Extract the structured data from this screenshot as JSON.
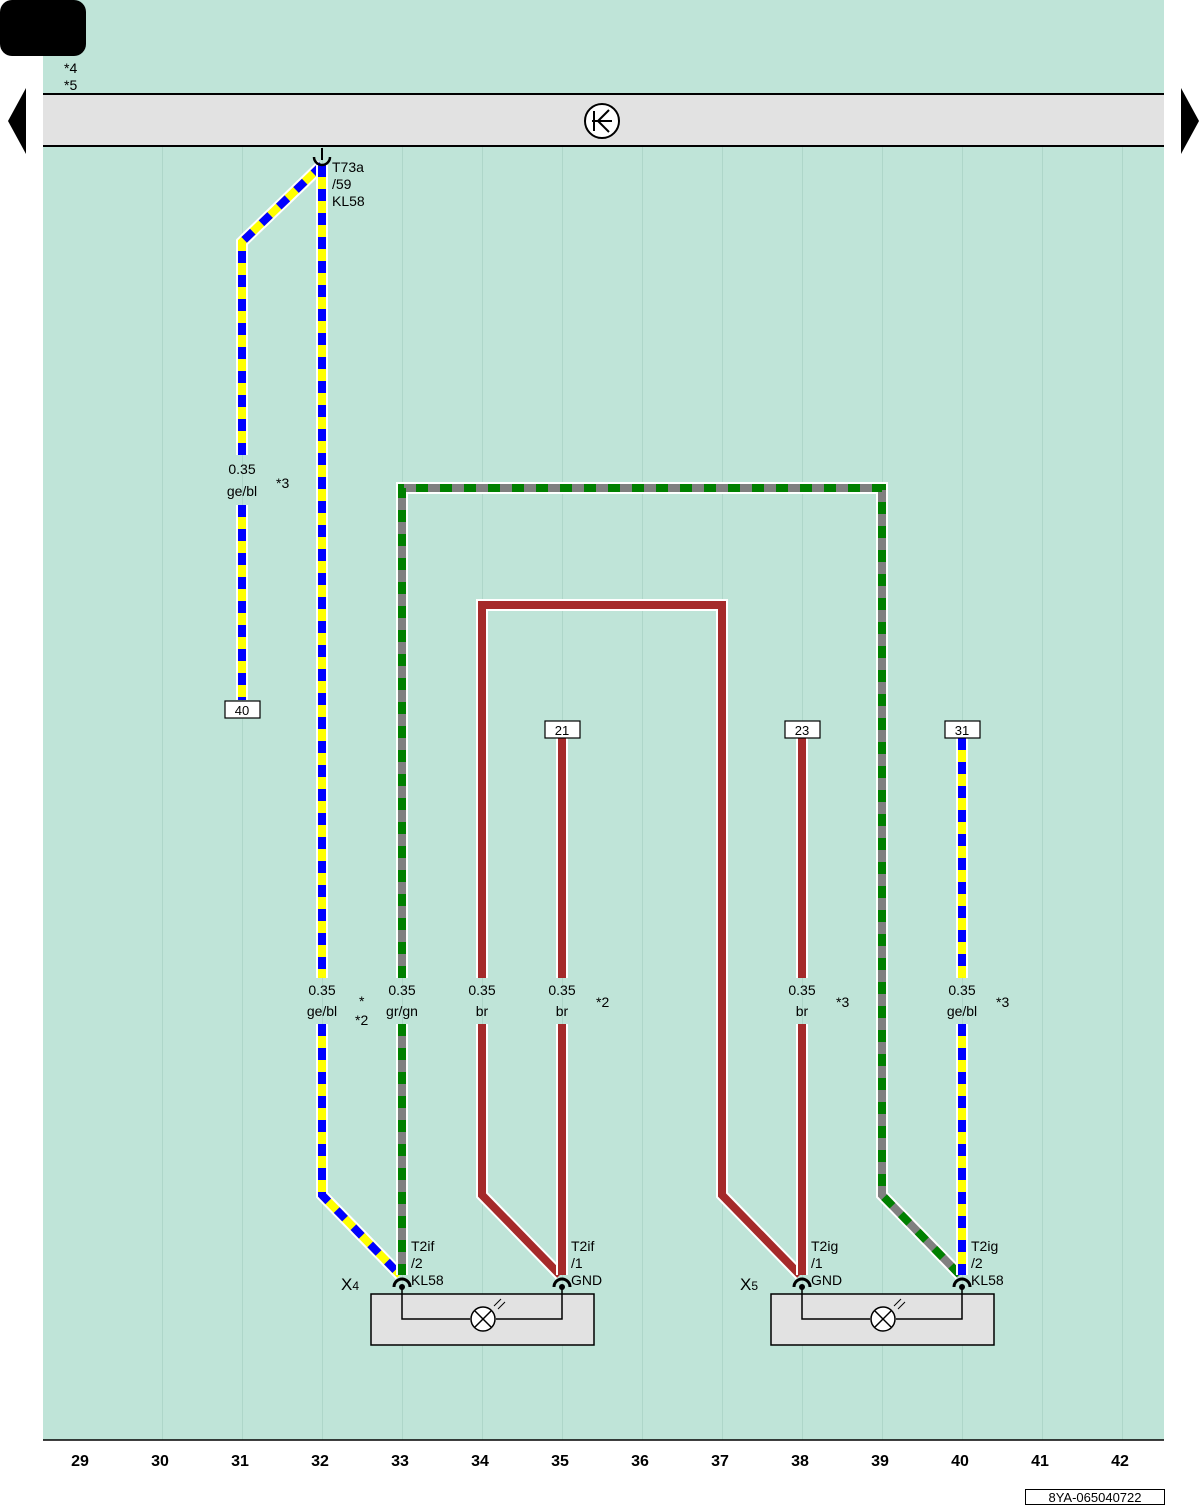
{
  "header": {
    "footnotes": [
      "*4",
      "*5"
    ],
    "nav_prev": "previous-page",
    "nav_next": "next-page",
    "bus_symbol": "ground-symbol"
  },
  "colors": {
    "background": "#bfe4d8",
    "bus": "#e2e2e2",
    "ge": "#ffff00",
    "bl": "#0000ff",
    "gr": "#808080",
    "gn": "#008000",
    "br": "#a52a2a"
  },
  "top_connector": {
    "pin": "T73a",
    "num": "/59",
    "signal": "KL58"
  },
  "wires": [
    {
      "id": "w1",
      "size": "0.35",
      "color": "ge/bl",
      "note": "*3"
    },
    {
      "id": "w2",
      "size": "0.35",
      "color": "ge/bl",
      "note": "*",
      "note2": "*2"
    },
    {
      "id": "w3",
      "size": "0.35",
      "color": "gr/gn"
    },
    {
      "id": "w4",
      "size": "0.35",
      "color": "br"
    },
    {
      "id": "w5",
      "size": "0.35",
      "color": "br",
      "note": "*2"
    },
    {
      "id": "w6",
      "size": "0.35",
      "color": "br",
      "note": "*3"
    },
    {
      "id": "w7",
      "size": "0.35",
      "color": "ge/bl",
      "note": "*3"
    }
  ],
  "references": [
    "40",
    "21",
    "23",
    "31"
  ],
  "connectors": [
    {
      "pin": "T2if",
      "num": "/2",
      "signal": "KL58"
    },
    {
      "pin": "T2if",
      "num": "/1",
      "signal": "GND"
    },
    {
      "pin": "T2ig",
      "num": "/1",
      "signal": "GND"
    },
    {
      "pin": "T2ig",
      "num": "/2",
      "signal": "KL58"
    }
  ],
  "components": [
    {
      "label": "X",
      "sub": "4",
      "symbol": "lamp-symbol"
    },
    {
      "label": "X",
      "sub": "5",
      "symbol": "lamp-symbol"
    }
  ],
  "columns": [
    "29",
    "30",
    "31",
    "32",
    "33",
    "34",
    "35",
    "36",
    "37",
    "38",
    "39",
    "40",
    "41",
    "42"
  ],
  "doc_id": "8YA-065040722"
}
